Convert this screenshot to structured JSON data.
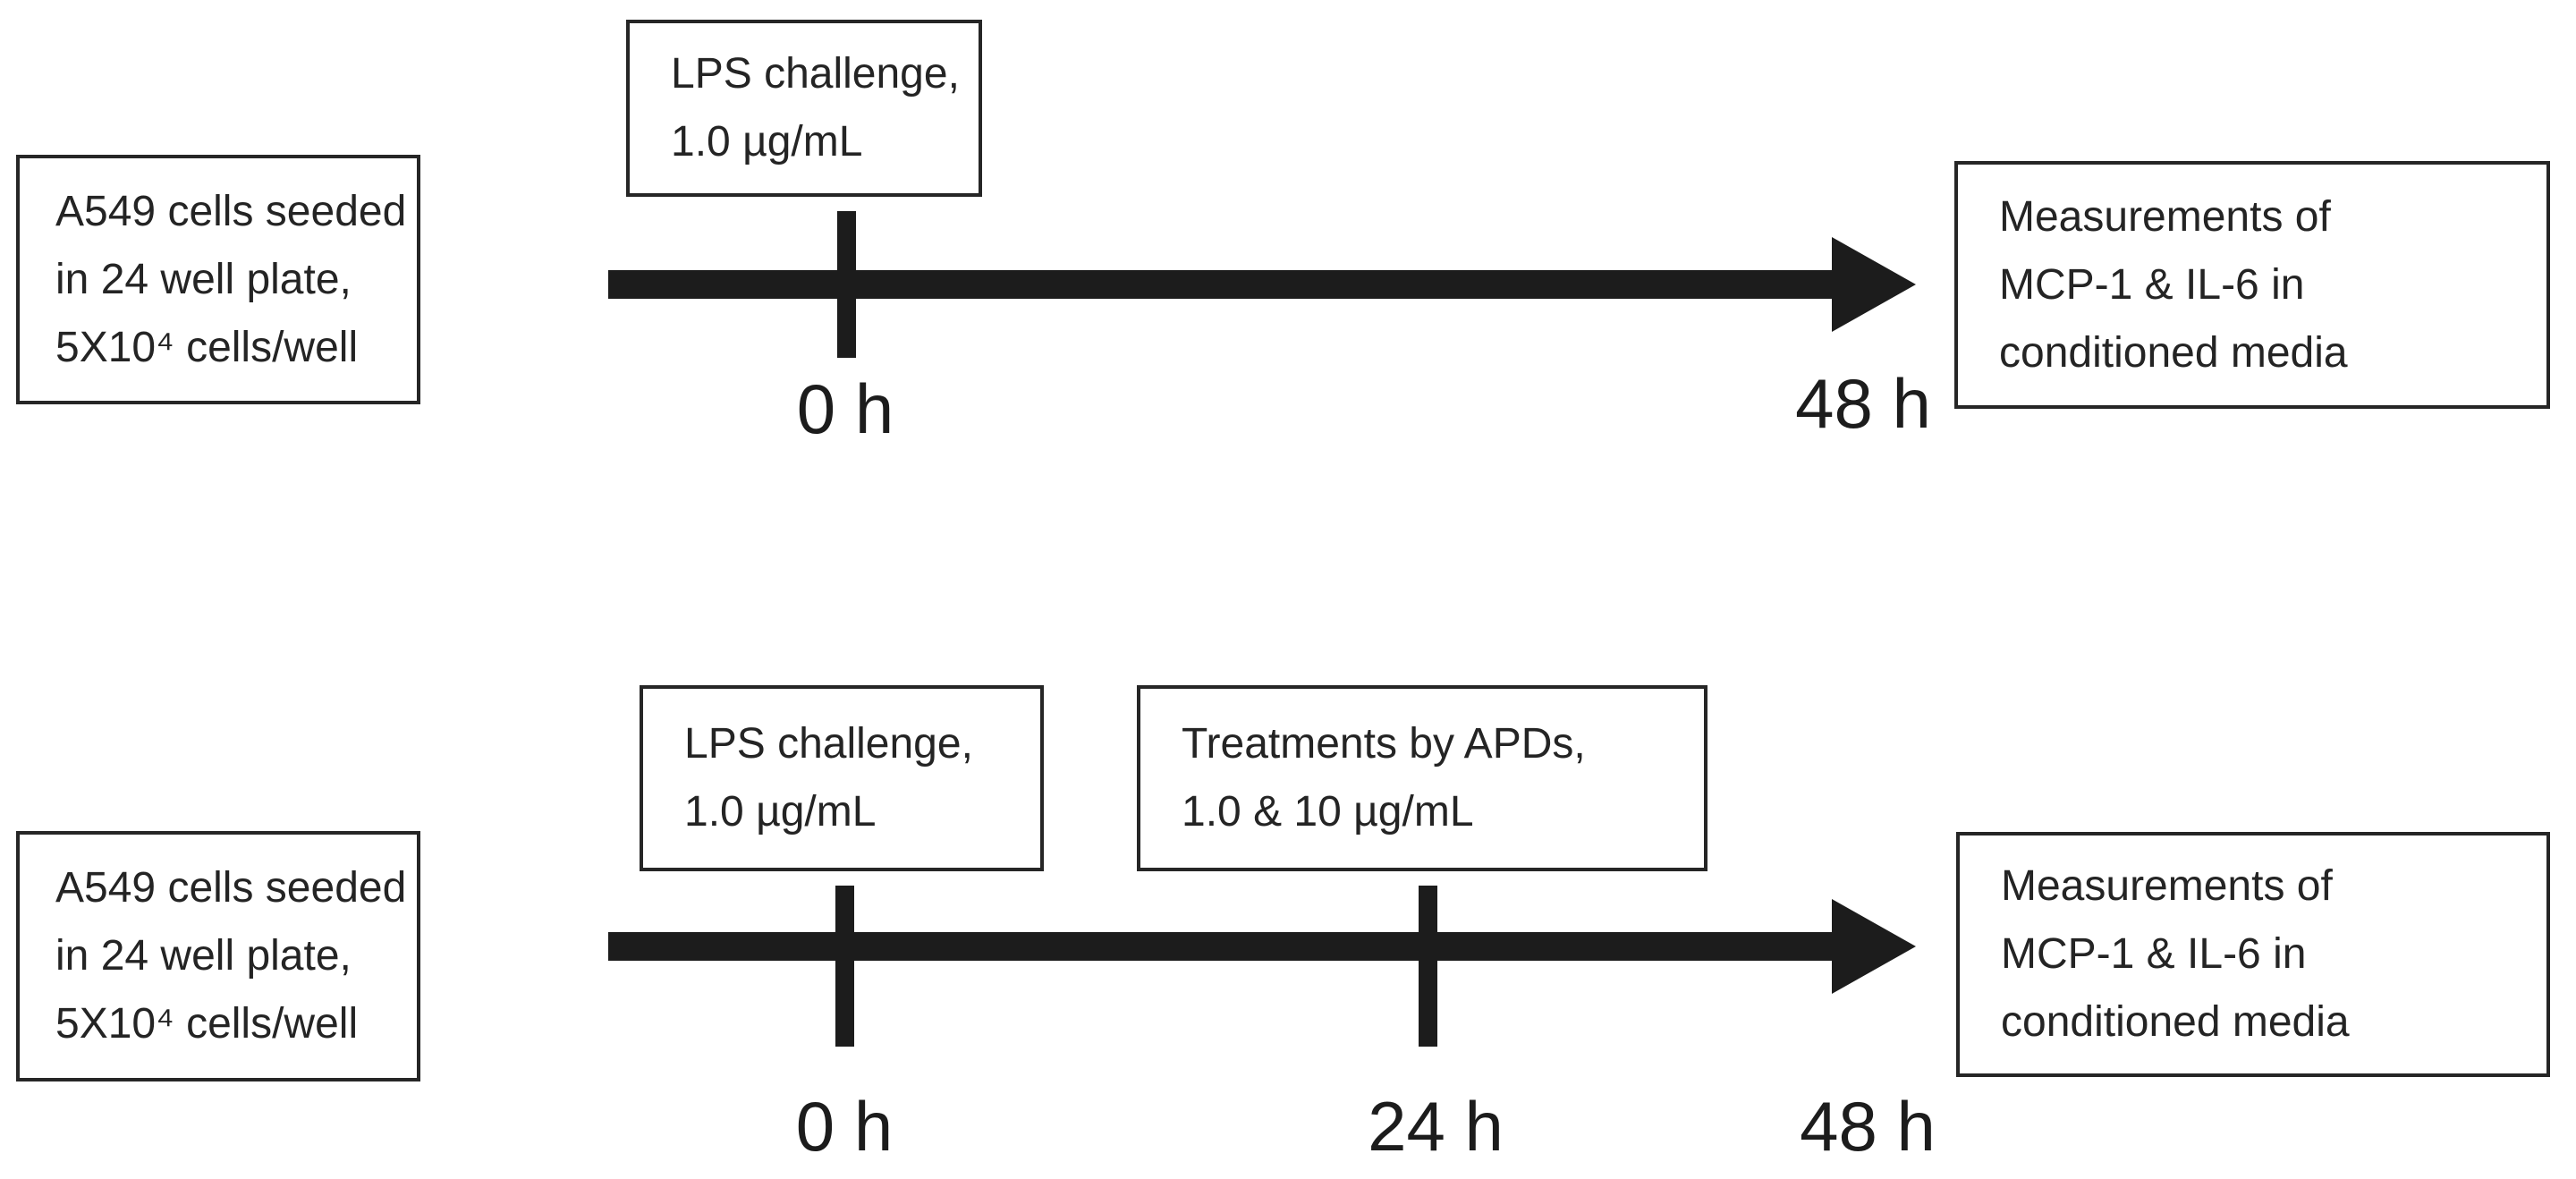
{
  "figure": {
    "description": "Experimental design timelines for LPS challenge of A549 cells with and without APD treatments",
    "colors": {
      "ink": "#1c1c1c",
      "text": "#242424",
      "border": "#262626",
      "background": "#ffffff"
    }
  },
  "timelines": [
    {
      "id": "protocol-lps-only",
      "seed_box": "A549 cells seeded\nin 24 well plate,\n5X10⁴ cells/well",
      "events": [
        {
          "label": "LPS challenge,\n1.0 µg/mL",
          "time": "0 h"
        }
      ],
      "end_time": "48 h",
      "result_box": "Measurements of\nMCP-1 & IL-6 in\nconditioned media"
    },
    {
      "id": "protocol-lps-plus-apd",
      "seed_box": "A549 cells seeded\nin 24 well plate,\n5X10⁴ cells/well",
      "events": [
        {
          "label": "LPS challenge,\n1.0 µg/mL",
          "time": "0 h"
        },
        {
          "label": "Treatments by APDs,\n1.0 & 10 µg/mL",
          "time": "24 h"
        }
      ],
      "end_time": "48 h",
      "result_box": "Measurements of\nMCP-1 & IL-6 in\nconditioned media"
    }
  ]
}
